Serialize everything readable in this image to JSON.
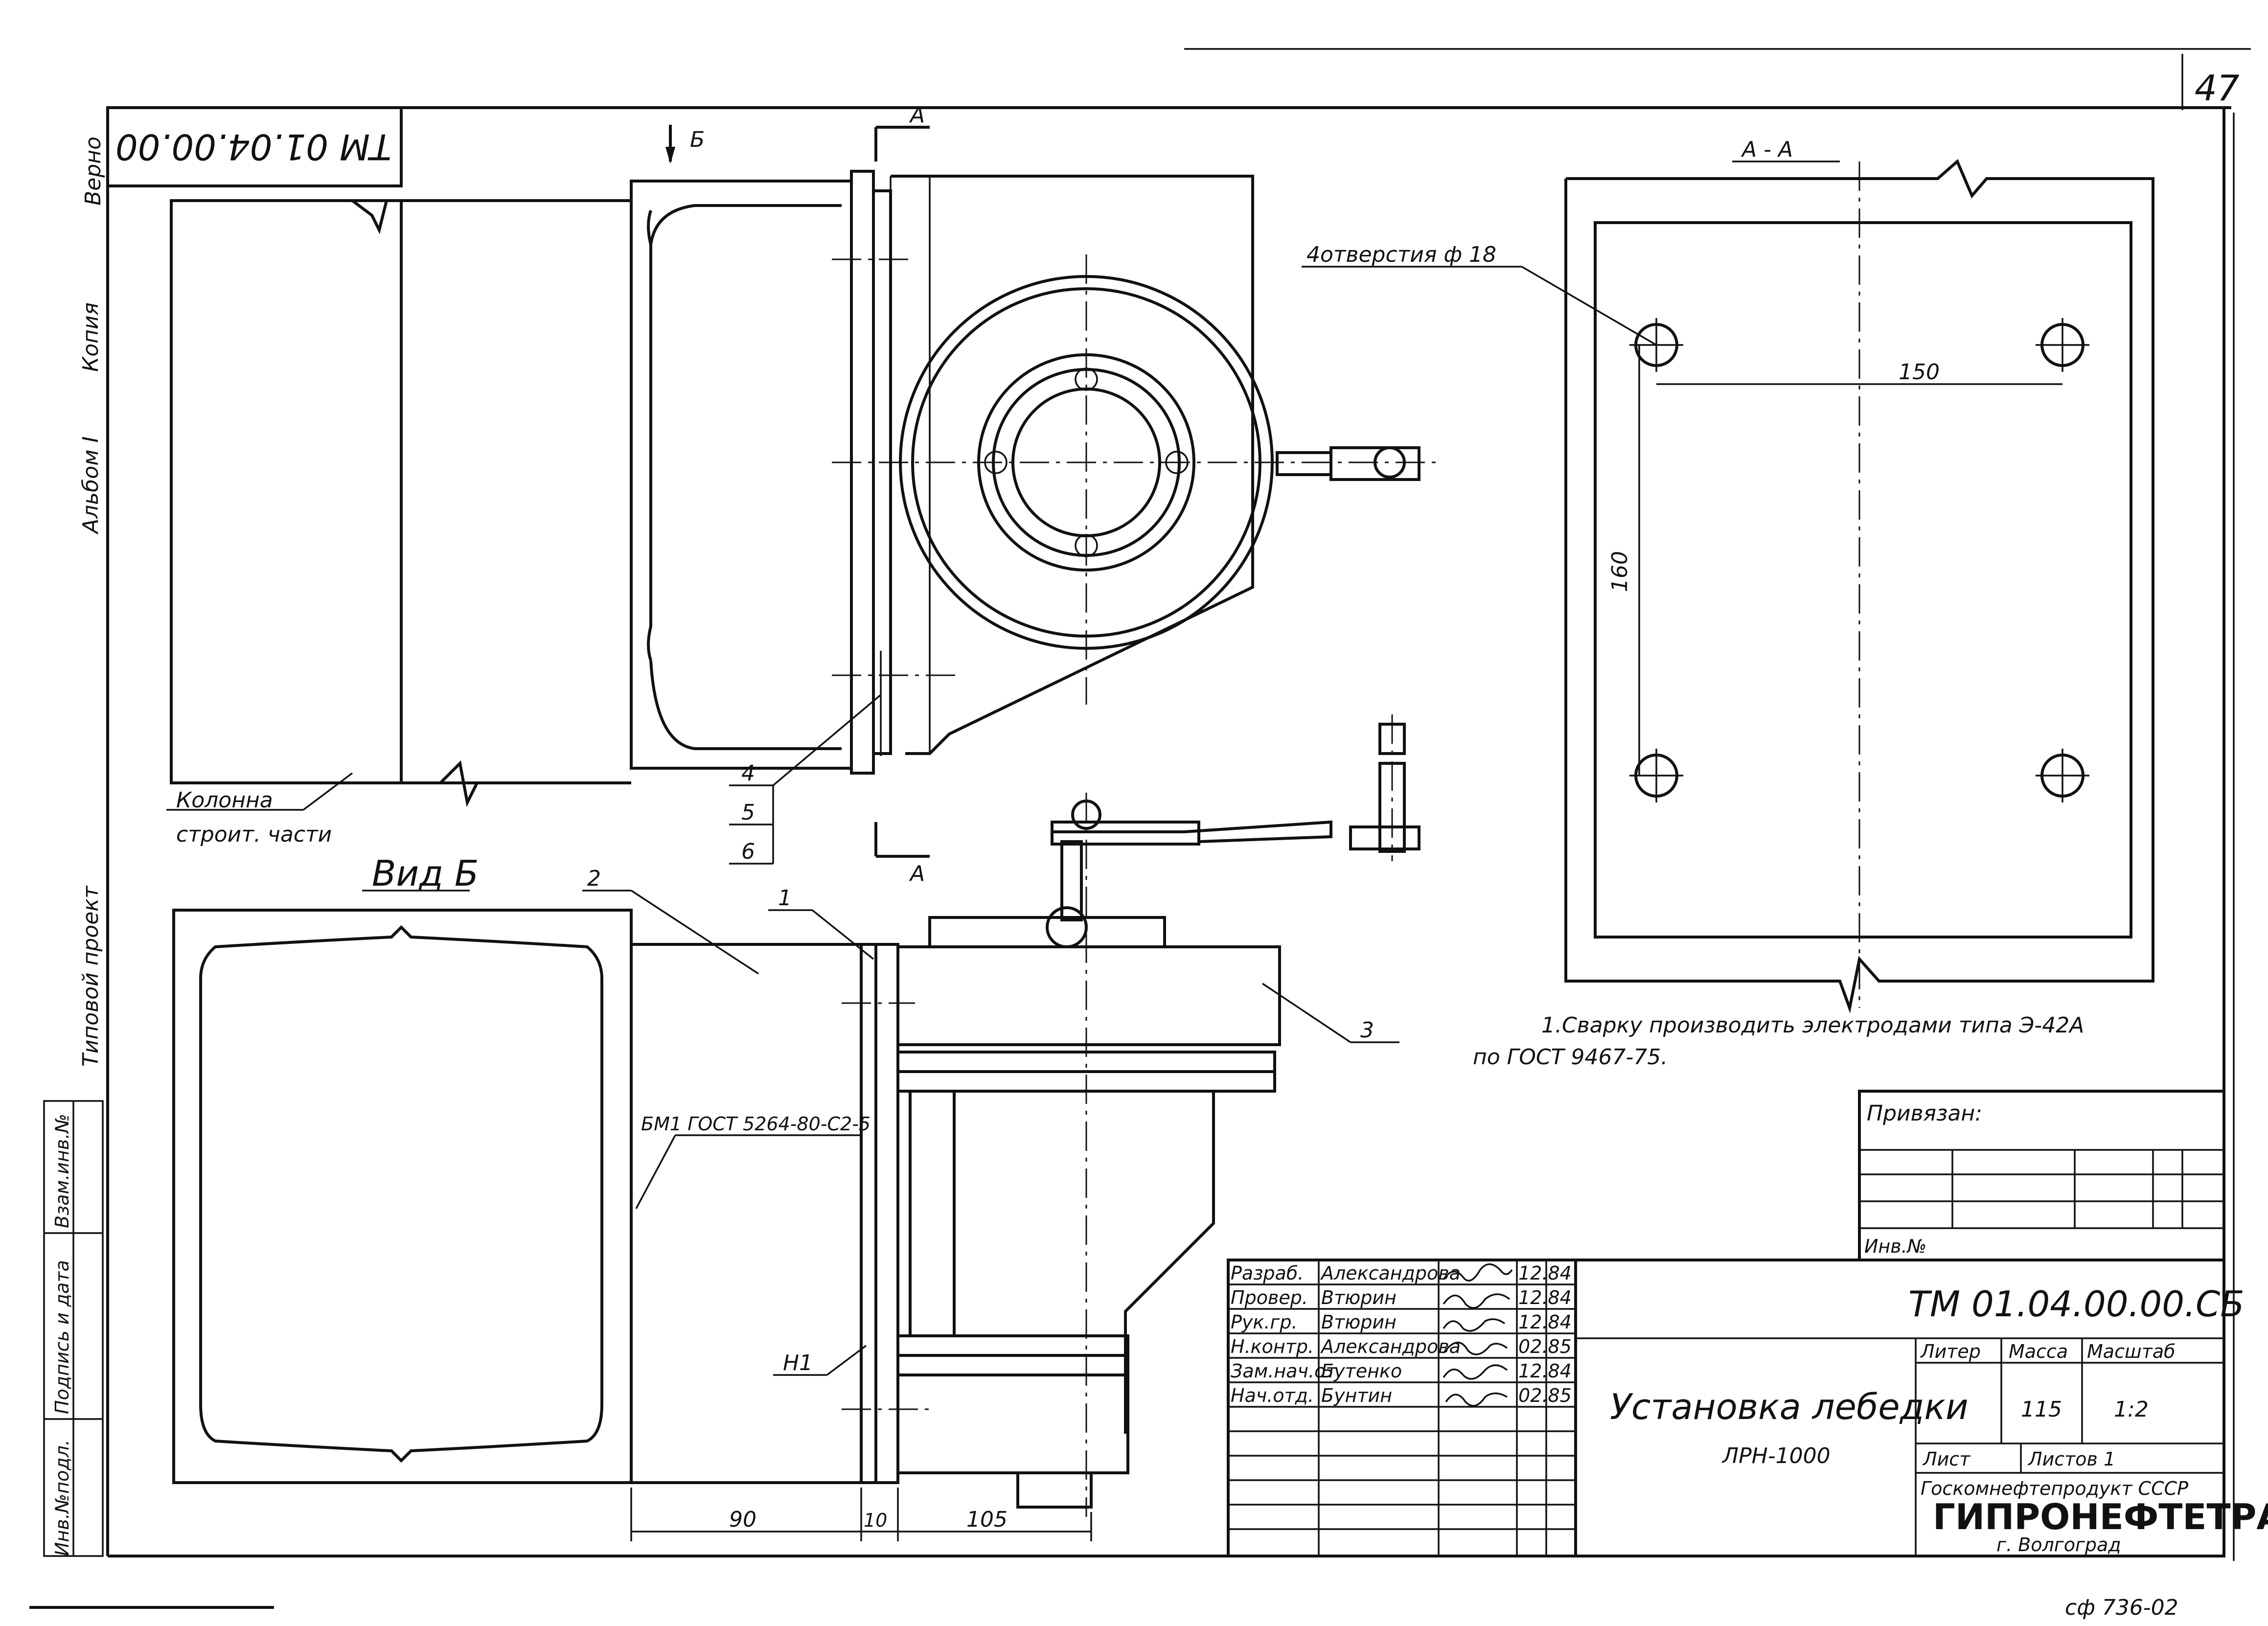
{
  "sheet_number": "47",
  "rotated_title_number": "ТМ 01.04.00.00",
  "side_labels": {
    "album": "Альбом I",
    "copy": "Копия",
    "verified": "Верно",
    "typical_project": "Типовой проект",
    "inv_podl": "Инв.№подл.",
    "sign_date": "Подпись и дата",
    "vzam_inv": "Взам.инв.№"
  },
  "view_labels": {
    "arrow_b": "Б",
    "section_a_top": "А",
    "section_a_bottom": "А",
    "section_aa": "А - А",
    "view_b": "Вид Б"
  },
  "callouts": {
    "column_line1": "Колонна",
    "column_line2": "строит. части",
    "holes": "4отверстия ф 18",
    "weld": "БМ1 ГОСТ 5264-80-С2-5"
  },
  "positions": [
    "1",
    "2",
    "3",
    "4",
    "5",
    "6",
    "Н1"
  ],
  "dimensions": {
    "hole_spacing_h": "150",
    "hole_spacing_v": "160",
    "dim_90": "90",
    "dim_10": "10",
    "dim_105": "105"
  },
  "note": {
    "line1": "1.Сварку производить электродами типа Э-42А",
    "line2": "по ГОСТ 9467-75."
  },
  "privyazan": {
    "label": "Привязан:",
    "inv_label": "Инв.№"
  },
  "title_block": {
    "designation": "ТМ 01.04.00.00.СБ",
    "name_line1": "Установка лебедки",
    "name_line2": "ЛРН-1000",
    "litera_label": "Литер",
    "mass_label": "Масса",
    "scale_label": "Масштаб",
    "mass": "115",
    "scale": "1:2",
    "sheet_label": "Лист",
    "sheets_label": "Листов 1",
    "org_line1": "Госкомнефтепродукт СССР",
    "org_line2": "ГИПРОНЕФТЕТРАНС",
    "org_line3": "г. Волгоград",
    "signatures": [
      {
        "role": "Разраб.",
        "name": "Александрова",
        "date": "12.84"
      },
      {
        "role": "Провер.",
        "name": "Втюрин",
        "date": "12.84"
      },
      {
        "role": "Рук.гр.",
        "name": "Втюрин",
        "date": "12.84"
      },
      {
        "role": "Н.контр.",
        "name": "Александрова",
        "date": "02.85"
      },
      {
        "role": "Зам.нач.от.",
        "name": "Бутенко",
        "date": "12.84"
      },
      {
        "role": "Нач.отд.",
        "name": "Бунтин",
        "date": "02.85"
      }
    ]
  },
  "footer_code": "сф 736-02"
}
